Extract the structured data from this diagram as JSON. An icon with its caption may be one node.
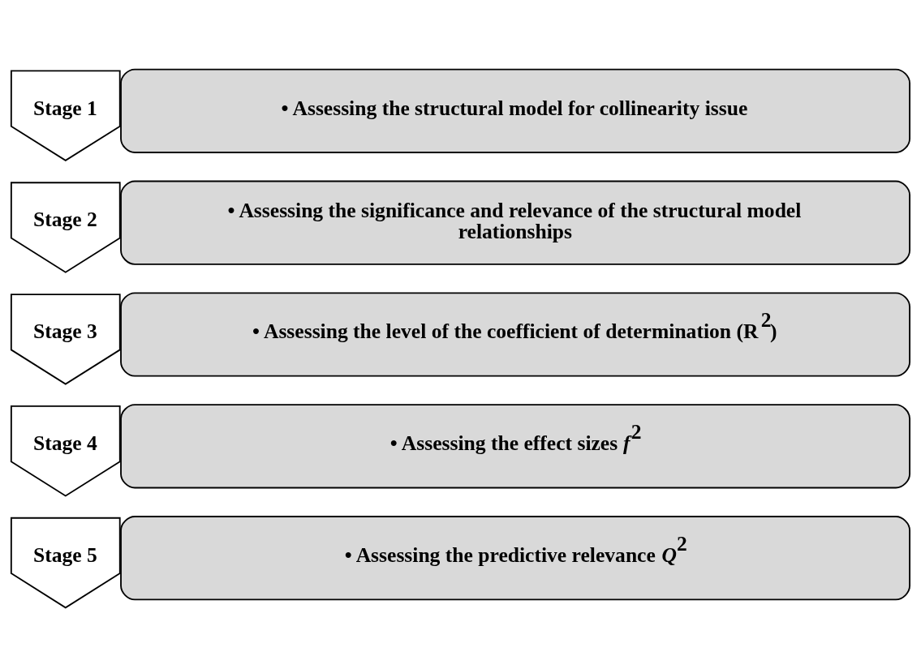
{
  "diagram": {
    "nodes": [
      {
        "text": [
          "Stage 1"
        ]
      },
      {
        "text": [
          "• Assessing the structural model for collinearity issue"
        ]
      },
      {
        "text": [
          "Stage 2"
        ]
      },
      {
        "text": [
          "• Assessing the significance and relevance of the structural model relationships"
        ]
      },
      {
        "text": [
          "Stage 3"
        ]
      },
      {
        "text": [
          "• Assessing the level of the coefficient of determination (R$^{2}$)"
        ]
      },
      {
        "text": [
          "Stage 4"
        ]
      },
      {
        "text": [
          "• Assessing the effect sizes *f*$^{2}$"
        ]
      },
      {
        "text": [
          "Stage 5"
        ]
      },
      {
        "text": [
          "• Assessing the predictive relevance *Q*$^{2}$"
        ]
      }
    ],
    "edges": []
  }
}
